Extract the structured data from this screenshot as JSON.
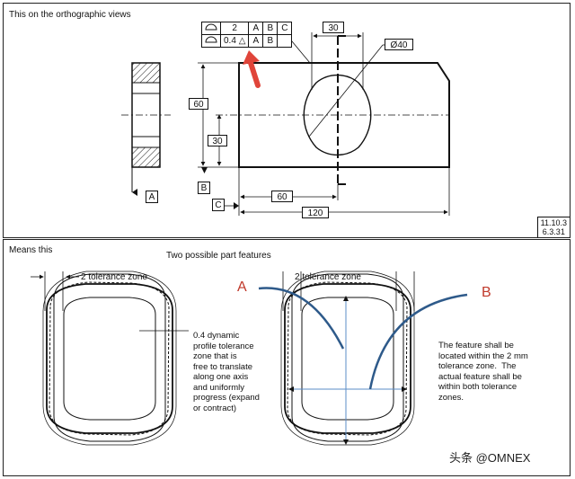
{
  "top_panel": {
    "title": "This on the orthographic views",
    "fcf_rows": [
      [
        "2",
        "A",
        "B",
        "C"
      ],
      [
        "0.4",
        "A",
        "B"
      ]
    ],
    "dims": {
      "d30_top": "30",
      "dia40": "Ø40",
      "d60_left": "60",
      "d30_mid": "30",
      "d60_bottom": "60",
      "d120": "120"
    },
    "datums": {
      "a": "A",
      "b": "B",
      "c": "C"
    },
    "ref_number": [
      "11.10.3",
      "6.3.31"
    ]
  },
  "bottom_panel": {
    "title": "Means this",
    "subtitle": "Two possible part features",
    "tol_zone_left": "2 tolerance zone",
    "tol_zone_right": "2 tolerance zone",
    "callout_a": "A",
    "callout_b": "B",
    "dynamic_note": "0.4 dynamic\nprofile tolerance\nzone that is\nfree to translate\nalong one axis\nand uniformly\nprogress (expand\nor contract)",
    "feature_note": "The feature shall be\nlocated within the 2 mm\ntolerance zone.  The\nactual feature shall be\nwithin both tolerance\nzones."
  },
  "watermark": "头条 @OMNEX",
  "colors": {
    "arrow_red": "#e0453a",
    "callout_blue": "#2e5a8a",
    "callout_red": "#c0392b"
  }
}
